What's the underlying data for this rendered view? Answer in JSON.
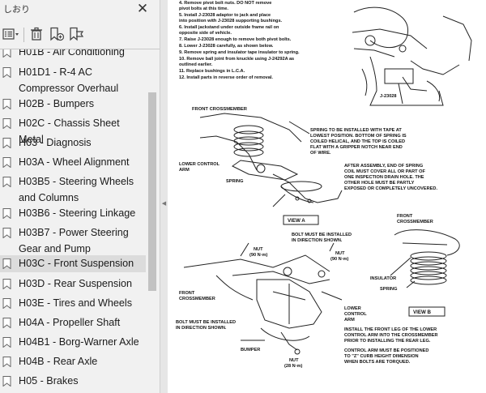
{
  "sidebar": {
    "title": "しおり",
    "close_label": "✕",
    "bookmarks": [
      {
        "label": "H01B - Air Conditioning"
      },
      {
        "label": "H01D1 - R-4 AC Compressor Overhaul"
      },
      {
        "label": "H02B - Bumpers"
      },
      {
        "label": "H02C - Chassis Sheet Metal"
      },
      {
        "label": "H03 - Diagnosis"
      },
      {
        "label": "H03A - Wheel Alignment"
      },
      {
        "label": "H03B5 - Steering Wheels and Columns"
      },
      {
        "label": "H03B6 - Steering Linkage"
      },
      {
        "label": "H03B7 - Power Steering Gear and Pump"
      },
      {
        "label": "H03C - Front Suspension"
      },
      {
        "label": "H03D - Rear Suspension"
      },
      {
        "label": "H03E - Tires and Wheels"
      },
      {
        "label": "H04A - Propeller Shaft"
      },
      {
        "label": "H04B1 - Borg-Warner Axle"
      },
      {
        "label": "H04B - Rear Axle"
      },
      {
        "label": "H05 - Brakes"
      }
    ]
  },
  "document": {
    "steps": [
      "4. Remove pivot bolt nuts. DO NOT remove",
      "   pivot bolts at this time.",
      "5. Install J-23028 adaptor to jack and place",
      "   into position with J-23028 supporting bushings.",
      "6. Install jackstand under outside frame rail on",
      "   opposite side of vehicle.",
      "7. Raise J-23028 enough to remove both pivot bolts.",
      "8. Lower J-23028 carefully, as shown below.",
      "9. Remove spring and insulator tape insulator to spring.",
      "10. Remove ball joint from knuckle using J-24292A as",
      "    outlined earlier.",
      "11. Replace bushings in L.C.A.",
      "12. Install parts in reverse order of removal."
    ],
    "tool_label": "J-23028",
    "front_crossmember_1": "FRONT CROSSMEMBER",
    "spring_tape_note": [
      "SPRING TO BE INSTALLED WITH TAPE AT",
      "LOWEST POSITION. BOTTOM OF SPRING IS",
      "COILED HELICAL, AND THE TOP IS COILED",
      "FLAT WITH A GRIPPER NOTCH NEAR END",
      "OF WIRE."
    ],
    "lower_control_arm_1": [
      "LOWER CONTROL",
      "ARM"
    ],
    "spring_1": "SPRING",
    "assembly_note": [
      "AFTER ASSEMBLY, END OF SPRING",
      "COIL MUST COVER ALL OR PART OF",
      "ONE INSPECTION DRAIN HOLE. THE",
      "OTHER HOLE MUST BE PARTLY",
      "EXPOSED OR COMPLETELY UNCOVERED."
    ],
    "view_a": "VIEW  A",
    "front_crossmember_2": [
      "FRONT",
      "CROSSMEMBER"
    ],
    "bolt_direction_1": [
      "BOLT MUST BE INSTALLED",
      "IN DIRECTION SHOWN."
    ],
    "nut_1": [
      "NUT",
      "(90 N·m)"
    ],
    "nut_2": [
      "NUT",
      "(90 N·m)"
    ],
    "insulator": "INSULATOR",
    "spring_2": "SPRING",
    "front_crossmember_3": [
      "FRONT",
      "CROSSMEMBER"
    ],
    "lower_control_arm_2": [
      "LOWER",
      "CONTROL",
      "ARM"
    ],
    "view_b": "VIEW  B",
    "bolt_direction_2": [
      "BOLT MUST BE INSTALLED",
      "IN DIRECTION SHOWN."
    ],
    "bumper": "BUMPER",
    "nut_3": [
      "NUT",
      "(28 N·m)"
    ],
    "install_note": [
      "INSTALL THE FRONT LEG OF THE LOWER",
      "CONTROL ARM INTO THE CROSSMEMBER",
      "PRIOR TO INSTALLING THE REAR LEG."
    ],
    "height_note": [
      "CONTROL ARM MUST BE POSITIONED",
      "TO \"Z\" CURB HEIGHT DIMENSION",
      "WHEN BOLTS ARE TORQUED."
    ]
  }
}
